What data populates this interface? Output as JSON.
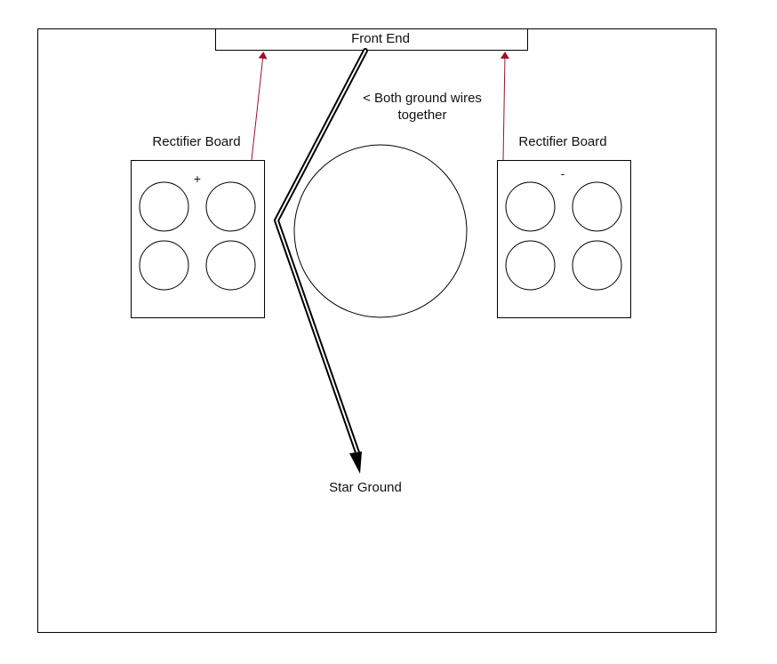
{
  "front_end": {
    "label": "Front End"
  },
  "note": {
    "line1": "< Both ground wires",
    "line2": "together"
  },
  "left_board": {
    "label": "Rectifier Board",
    "polarity": "+"
  },
  "right_board": {
    "label": "Rectifier Board",
    "polarity": "-"
  },
  "star_ground": {
    "label": "Star Ground"
  },
  "colors": {
    "line": "#000000",
    "wire_red": "#a0102a",
    "background": "#ffffff"
  }
}
